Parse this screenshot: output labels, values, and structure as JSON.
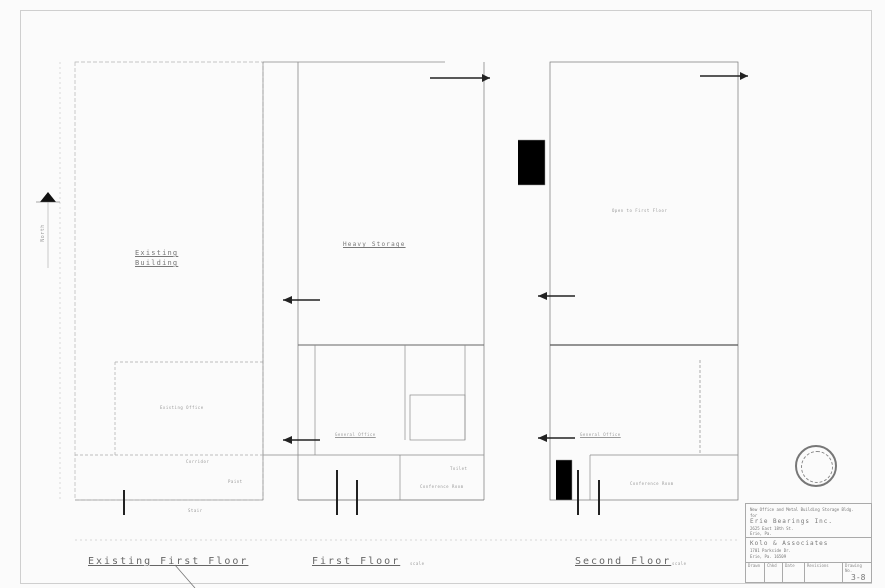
{
  "drawing": {
    "plans": [
      {
        "title": "Existing First Floor",
        "scale": ""
      },
      {
        "title": "First Floor",
        "scale": "scale"
      },
      {
        "title": "Second Floor",
        "scale": "scale"
      }
    ],
    "north_label": "North",
    "rooms": {
      "existing_building": [
        "Existing",
        "Building"
      ],
      "heavy_storage": "Heavy Storage",
      "open_to_first_floor": "Open to First Floor",
      "existing_office": "Existing Office",
      "general_office_1": "General Office",
      "general_office_2": "General Office",
      "conference_room": "Conference Room",
      "corridor": "Corridor",
      "paint_room": "Paint",
      "stair": "Stair",
      "toilet": "Toilet"
    }
  },
  "title_block": {
    "project_line": "New Office and Metal Building Storage Bldg.",
    "for": "for",
    "client": "Erie Bearings Inc.",
    "client_address_1": "2625 East 18th St.",
    "client_address_2": "Erie, Pa.",
    "architect": "Kolo & Associates",
    "architect_address_1": "1701 Parkside Dr.",
    "architect_address_2": "Erie, Pa. 16509",
    "fields": [
      {
        "label": "Drawn",
        "value": ""
      },
      {
        "label": "Chkd",
        "value": ""
      },
      {
        "label": "Date",
        "value": ""
      },
      {
        "label": "Revisions",
        "value": ""
      },
      {
        "label": "Drawing No.",
        "value": "3-8"
      }
    ]
  }
}
